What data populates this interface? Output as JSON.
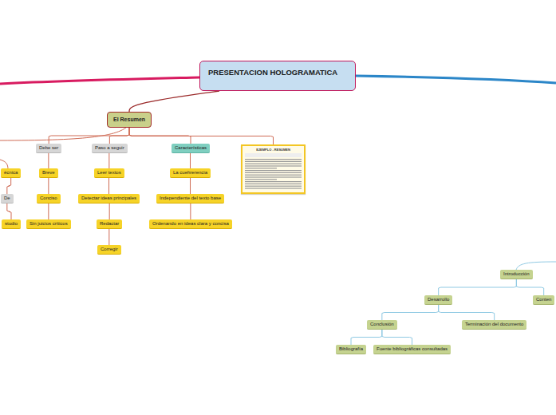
{
  "diagram": {
    "nodes": [
      {
        "text": [
          "PRESENTACION HOLOGRAMATICA"
        ]
      },
      {
        "text": [
          "El Resumen"
        ]
      },
      {
        "text": [
          "écnica"
        ]
      },
      {
        "text": [
          "De"
        ]
      },
      {
        "text": [
          "studio"
        ]
      },
      {
        "text": [
          "Debe ser"
        ]
      },
      {
        "text": [
          "Breve"
        ]
      },
      {
        "text": [
          "Conciso"
        ]
      },
      {
        "text": [
          "Sin juicios críticos"
        ]
      },
      {
        "text": [
          "Paso a seguir"
        ]
      },
      {
        "text": [
          "Leer textos"
        ]
      },
      {
        "text": [
          "Detectar ideas principales"
        ]
      },
      {
        "text": [
          "Redactar"
        ]
      },
      {
        "text": [
          "Corregir"
        ]
      },
      {
        "text": [
          "Características"
        ]
      },
      {
        "text": [
          "La cuehrerencia"
        ]
      },
      {
        "text": [
          "Independiente del texto base"
        ]
      },
      {
        "text": [
          "Ordenando en ideas clara y concisa"
        ]
      },
      {
        "text": [
          "EJEMPLO - RESUMEN"
        ]
      },
      {
        "text": [
          "Introducción"
        ]
      },
      {
        "text": [
          "Desarrollo"
        ]
      },
      {
        "text": [
          "Conten"
        ]
      },
      {
        "text": [
          "Conclusión"
        ]
      },
      {
        "text": [
          "Terminación del documento"
        ]
      },
      {
        "text": [
          "Bibliografía"
        ]
      },
      {
        "text": [
          "Fuente bibliográficas consultadas"
        ]
      }
    ],
    "edges": [
      {
        "from": 0,
        "to": 1,
        "arrow": "none"
      },
      {
        "from": 1,
        "to": 5,
        "arrow": "none"
      },
      {
        "from": 1,
        "to": 9,
        "arrow": "none"
      },
      {
        "from": 1,
        "to": 14,
        "arrow": "none"
      },
      {
        "from": 1,
        "to": 18,
        "arrow": "none"
      },
      {
        "from": 2,
        "to": 3,
        "arrow": "none"
      },
      {
        "from": 3,
        "to": 4,
        "arrow": "none"
      },
      {
        "from": 5,
        "to": 6,
        "arrow": "none"
      },
      {
        "from": 6,
        "to": 7,
        "arrow": "none"
      },
      {
        "from": 7,
        "to": 8,
        "arrow": "none"
      },
      {
        "from": 9,
        "to": 10,
        "arrow": "none"
      },
      {
        "from": 10,
        "to": 11,
        "arrow": "none"
      },
      {
        "from": 11,
        "to": 12,
        "arrow": "none"
      },
      {
        "from": 12,
        "to": 13,
        "arrow": "none"
      },
      {
        "from": 14,
        "to": 15,
        "arrow": "none"
      },
      {
        "from": 15,
        "to": 16,
        "arrow": "none"
      },
      {
        "from": 16,
        "to": 17,
        "arrow": "none"
      },
      {
        "from": 19,
        "to": 20,
        "arrow": "none"
      },
      {
        "from": 19,
        "to": 21,
        "arrow": "none"
      },
      {
        "from": 20,
        "to": 22,
        "arrow": "none"
      },
      {
        "from": 20,
        "to": 23,
        "arrow": "none"
      },
      {
        "from": 22,
        "to": 24,
        "arrow": "none"
      },
      {
        "from": 22,
        "to": 25,
        "arrow": "none"
      }
    ]
  }
}
